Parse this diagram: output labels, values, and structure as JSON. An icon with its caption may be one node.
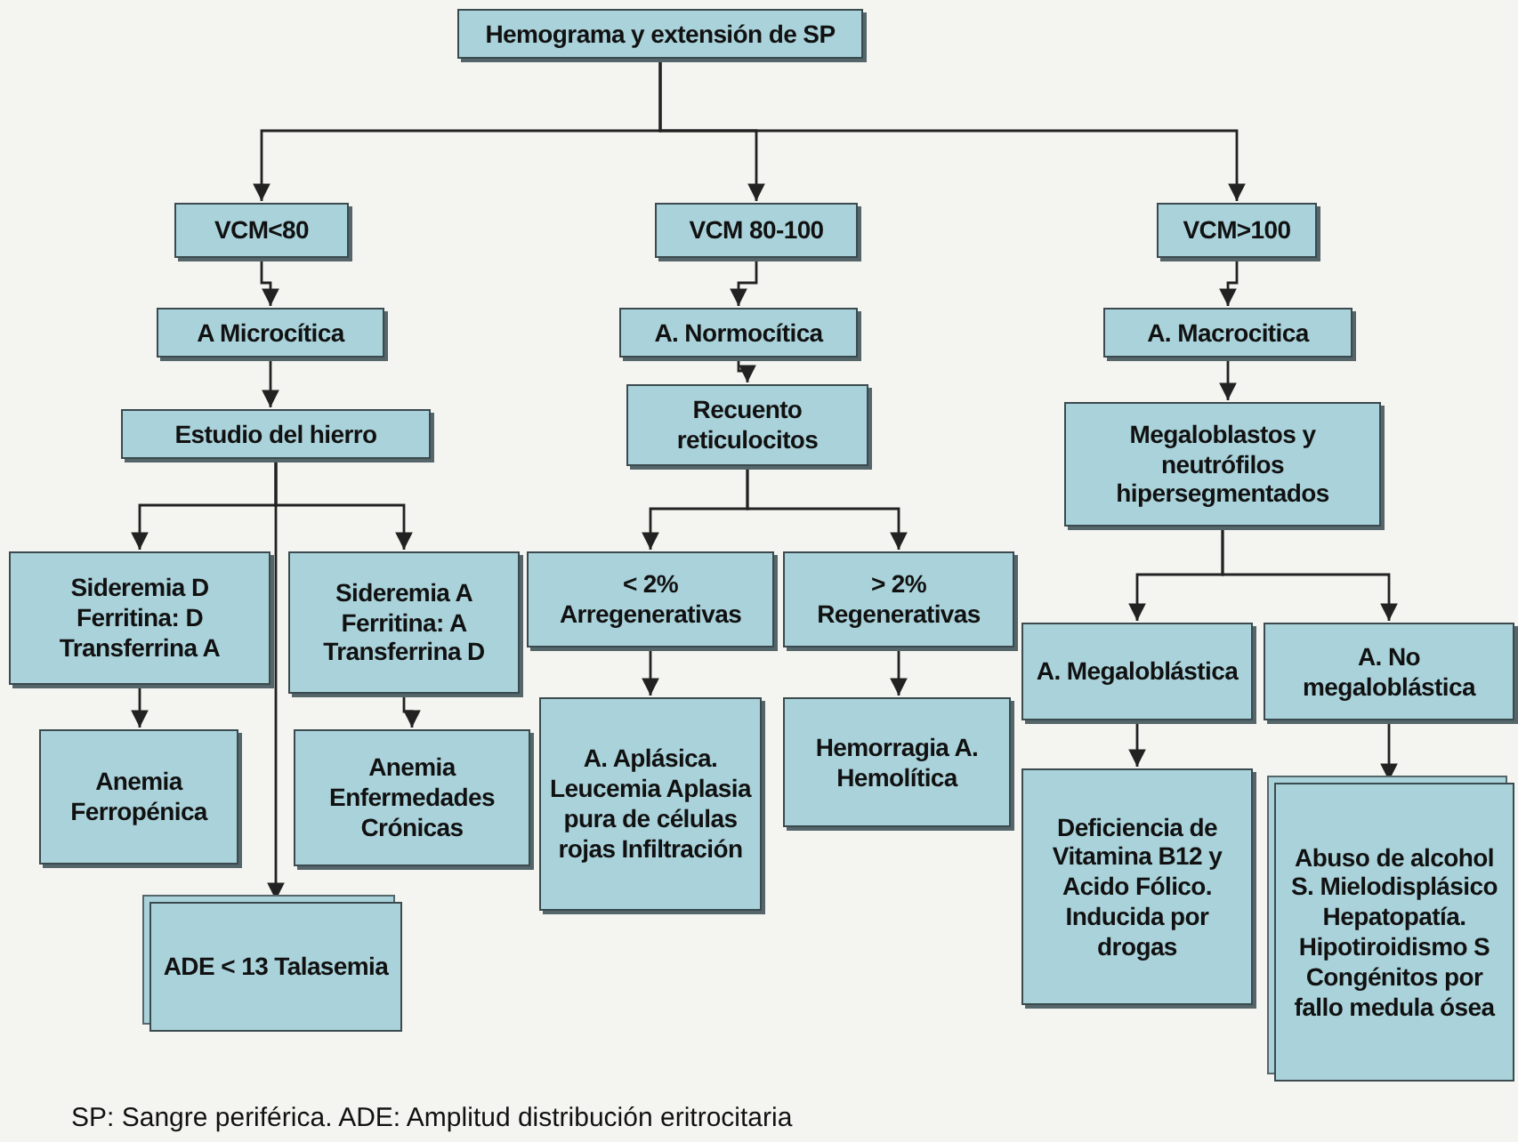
{
  "diagram": {
    "caption": "SP: Sangre periférica. ADE: Amplitud distribución eritrocitaria",
    "nodes": [
      {
        "text": [
          "Hemograma y extensión de SP"
        ]
      },
      {
        "text": [
          "VCM<80"
        ]
      },
      {
        "text": [
          "VCM 80-100"
        ]
      },
      {
        "text": [
          "VCM>100"
        ]
      },
      {
        "text": [
          "A Microcítica"
        ]
      },
      {
        "text": [
          "A. Normocítica"
        ]
      },
      {
        "text": [
          "A. Macrocitica"
        ]
      },
      {
        "text": [
          "Estudio del hierro"
        ]
      },
      {
        "text": [
          "Recuento reticulocitos"
        ]
      },
      {
        "text": [
          "Megaloblastos y neutrófilos hipersegmentados"
        ]
      },
      {
        "text": [
          "Sideremia D",
          "Ferritina: D",
          "Transferrina A"
        ]
      },
      {
        "text": [
          "Sideremia A",
          "Ferritina: A",
          "Transferrina D"
        ]
      },
      {
        "text": [
          "< 2%",
          "Arregenerativas"
        ]
      },
      {
        "text": [
          "> 2%",
          "Regenerativas"
        ]
      },
      {
        "text": [
          "Anemia Ferropénica"
        ]
      },
      {
        "text": [
          "Anemia Enfermedades Crónicas"
        ]
      },
      {
        "text": [
          "A. Aplásica. Leucemia Aplasia pura de células rojas Infiltración"
        ]
      },
      {
        "text": [
          "Hemorragia A. Hemolítica"
        ]
      },
      {
        "text": [
          "A. Megaloblástica"
        ]
      },
      {
        "text": [
          "A. No megaloblástica"
        ]
      },
      {
        "text": [
          "Deficiencia de Vitamina B12 y Acido Fólico. Inducida por drogas"
        ]
      },
      {
        "text": [
          "Abuso de alcohol S. Mielodisplásico Hepatopatía. Hipotiroidismo S Congénitos por fallo medula ósea"
        ]
      },
      {
        "text": [
          "ADE < 13 Talasemia"
        ]
      }
    ],
    "edges": [
      {
        "from": 0,
        "to": 1,
        "arrow": "to"
      },
      {
        "from": 0,
        "to": 2,
        "arrow": "to"
      },
      {
        "from": 0,
        "to": 3,
        "arrow": "to"
      },
      {
        "from": 1,
        "to": 4,
        "arrow": "to"
      },
      {
        "from": 2,
        "to": 5,
        "arrow": "to"
      },
      {
        "from": 3,
        "to": 6,
        "arrow": "to"
      },
      {
        "from": 4,
        "to": 7,
        "arrow": "to"
      },
      {
        "from": 5,
        "to": 8,
        "arrow": "to"
      },
      {
        "from": 6,
        "to": 9,
        "arrow": "to"
      },
      {
        "from": 7,
        "to": 10,
        "arrow": "to"
      },
      {
        "from": 7,
        "to": 11,
        "arrow": "to"
      },
      {
        "from": 7,
        "to": 22,
        "arrow": "to"
      },
      {
        "from": 8,
        "to": 12,
        "arrow": "to"
      },
      {
        "from": 8,
        "to": 13,
        "arrow": "to"
      },
      {
        "from": 9,
        "to": 18,
        "arrow": "to"
      },
      {
        "from": 9,
        "to": 19,
        "arrow": "to"
      },
      {
        "from": 10,
        "to": 14,
        "arrow": "to"
      },
      {
        "from": 11,
        "to": 15,
        "arrow": "to"
      },
      {
        "from": 12,
        "to": 16,
        "arrow": "to"
      },
      {
        "from": 13,
        "to": 17,
        "arrow": "to"
      },
      {
        "from": 18,
        "to": 20,
        "arrow": "to"
      },
      {
        "from": 19,
        "to": 21,
        "arrow": "to"
      }
    ]
  }
}
